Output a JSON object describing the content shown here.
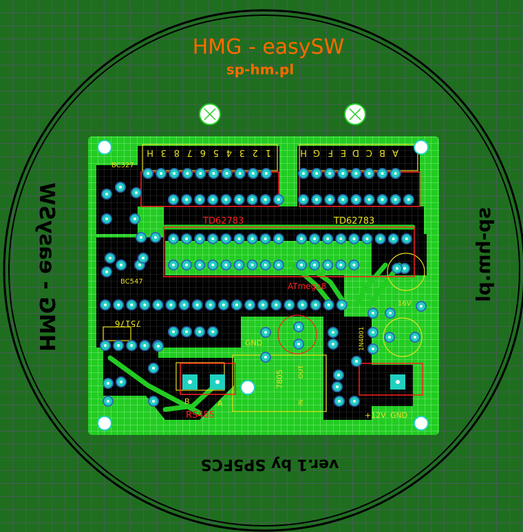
{
  "board": {
    "title": "HMG - easySW",
    "url": "sp-hm.pl",
    "mirror_left": "HMG - easySW",
    "mirror_right": "sp-hm.pl",
    "mirror_bottom": "ver.1 by SP5FCS"
  },
  "components": {
    "ic_left": "TD62783",
    "ic_right": "TD62783",
    "mcu": "ATmega8",
    "transistor_1": "BC327",
    "transistor_2": "BC547",
    "driver": "75176",
    "regulator": "7805",
    "reg_in": "IN",
    "reg_out": "OUT",
    "rs485": "RS485",
    "rs485_a": "A",
    "rs485_b": "B",
    "gnd_label": "GND",
    "power_plus": "+12V",
    "power_gnd": "GND",
    "cap_voltage": "16V",
    "diode": "1N4001"
  },
  "connectors": {
    "outputs_numbers": [
      "H",
      "3",
      "8",
      "7",
      "6",
      "5",
      "4",
      "3",
      "2",
      "1"
    ],
    "outputs_letters": [
      "H",
      "G",
      "F",
      "E",
      "D",
      "C",
      "B",
      "A"
    ]
  },
  "colors": {
    "background": "#1f6e1f",
    "board": "#22cc22",
    "copper_void": "#000000",
    "pad": "#20d0c0",
    "silkscreen": "#e8e020",
    "top_text": "#ff6a00"
  }
}
